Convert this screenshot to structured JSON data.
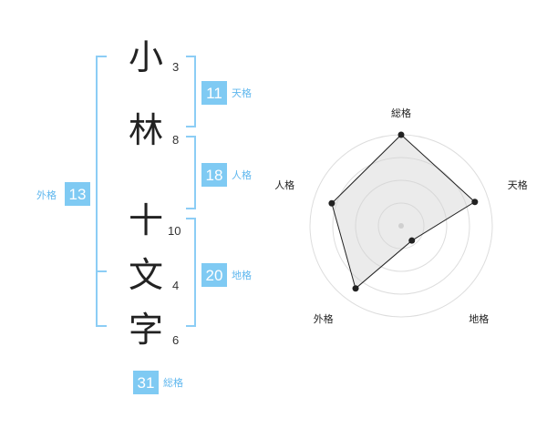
{
  "characters": [
    {
      "char": "小",
      "strokes": "3"
    },
    {
      "char": "林",
      "strokes": "8"
    },
    {
      "char": "十",
      "strokes": "10"
    },
    {
      "char": "文",
      "strokes": "4"
    },
    {
      "char": "字",
      "strokes": "6"
    }
  ],
  "kaku": {
    "tenkaku": {
      "value": "11",
      "label": "天格"
    },
    "jinkaku": {
      "value": "18",
      "label": "人格"
    },
    "chikaku": {
      "value": "20",
      "label": "地格"
    },
    "gaikaku": {
      "value": "13",
      "label": "外格"
    },
    "soukaku": {
      "value": "31",
      "label": "総格"
    }
  },
  "colors": {
    "accent": "#7fcaf3",
    "bracket": "#8ccdf5",
    "label": "#5fb7ee",
    "radar_fill": "#efefef"
  },
  "chart_data": {
    "type": "radar",
    "axes": [
      "総格",
      "天格",
      "地格",
      "外格",
      "人格"
    ],
    "values": [
      1.0,
      0.85,
      0.2,
      0.85,
      0.8
    ],
    "rings": 4,
    "range": [
      0,
      1
    ]
  }
}
